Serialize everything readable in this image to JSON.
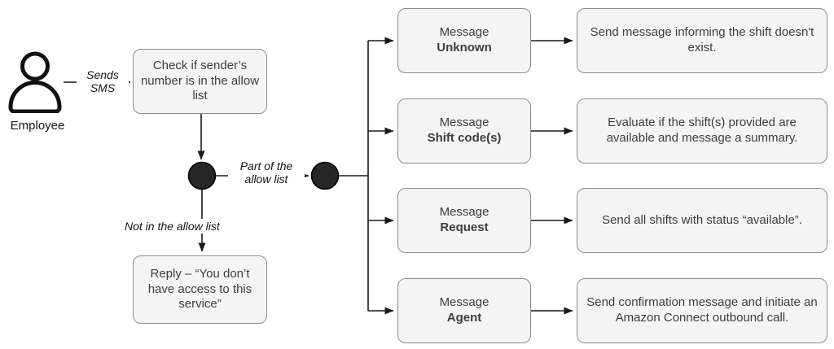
{
  "palette": {
    "node_fill": "#f4f4f4",
    "node_border": "#8c8c8c",
    "line_color": "#1a1a1a",
    "node_text": "#3d3d3d",
    "label_text": "#141414"
  },
  "diagram": {
    "actor_label": "Employee",
    "labels": {
      "sends_sms": "Sends\nSMS",
      "part_of_allow_list": "Part of the\nallow list",
      "not_in_allow_list": "Not in the allow list"
    },
    "nodes": {
      "check_allow_list": "Check if sender’s number is in the allow list",
      "reply_no_access": "Reply – “You don’t have access to this service”"
    },
    "branches": [
      {
        "title": "Message",
        "type": "Unknown",
        "description": "Send message informing the shift doesn't exist."
      },
      {
        "title": "Message",
        "type": "Shift code(s)",
        "description": "Evaluate if the shift(s) provided are available and message a summary."
      },
      {
        "title": "Message",
        "type": "Request",
        "description": "Send all shifts with status “available”."
      },
      {
        "title": "Message",
        "type": "Agent",
        "description": "Send confirmation message and initiate an Amazon Connect outbound call."
      }
    ]
  }
}
